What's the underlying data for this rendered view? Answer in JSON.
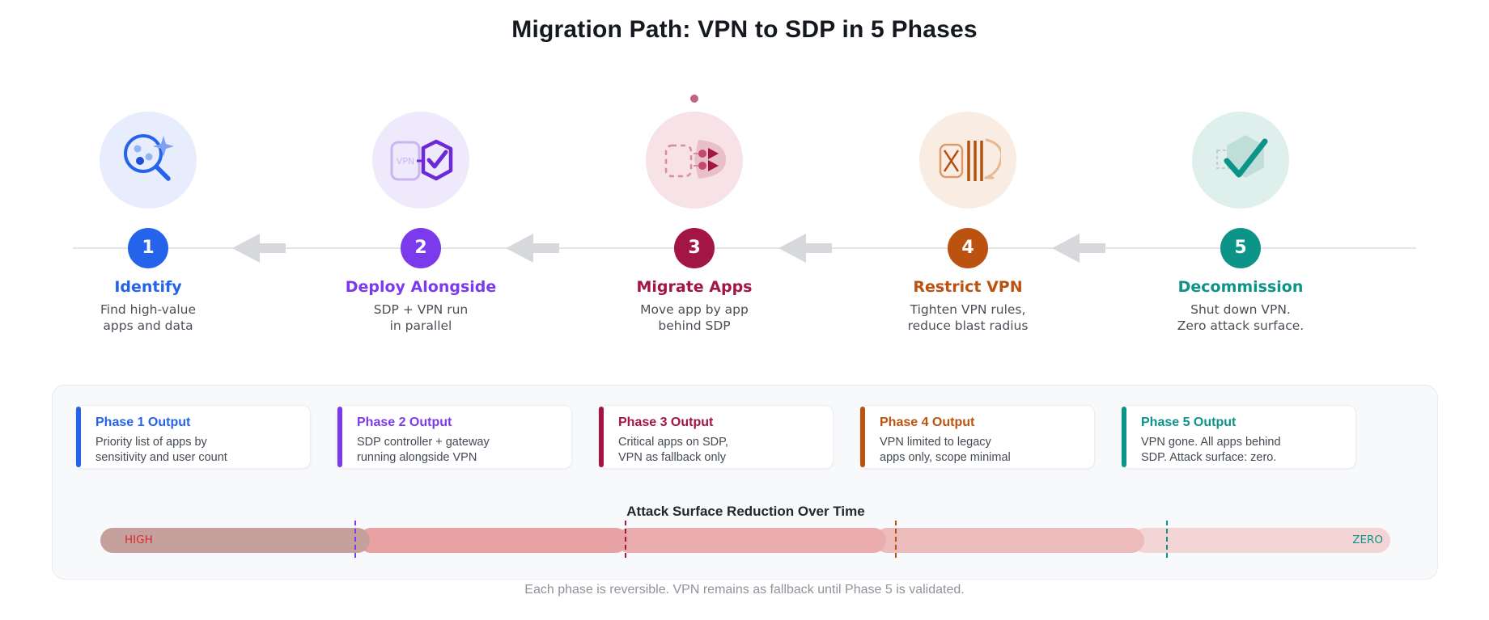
{
  "title": "Migration Path: VPN to SDP in 5 Phases",
  "phases": [
    {
      "num": "1",
      "name": "Identify",
      "desc": [
        "Find high-value",
        "apps and data"
      ],
      "accent": "#2563eb",
      "icon_bg": "#e7edfc",
      "icon": "magnifier-discovery-icon"
    },
    {
      "num": "2",
      "name": "Deploy Alongside",
      "desc": [
        "SDP + VPN run",
        "in parallel"
      ],
      "accent": "#7c3aed",
      "icon_bg": "#efeafb",
      "icon": "vpn-plus-shield-check-icon",
      "icon_label": "VPN"
    },
    {
      "num": "3",
      "name": "Migrate Apps",
      "desc": [
        "Move app by app",
        "behind SDP"
      ],
      "accent": "#a31545",
      "icon_bg": "#f6e2e7",
      "icon": "migrate-arrows-icon"
    },
    {
      "num": "4",
      "name": "Restrict VPN",
      "desc": [
        "Tighten VPN rules,",
        "reduce blast radius"
      ],
      "accent": "#bc5210",
      "icon_bg": "#f9ede3",
      "icon": "restrict-funnel-icon"
    },
    {
      "num": "5",
      "name": "Decommission",
      "desc": [
        "Shut down VPN.",
        "Zero attack surface."
      ],
      "accent": "#0d9488",
      "icon_bg": "#dff0ec",
      "icon": "decommission-check-icon"
    }
  ],
  "cards": [
    {
      "title": "Phase 1 Output",
      "desc": [
        "Priority list of apps by",
        "sensitivity and user count"
      ],
      "accent": "#2563eb"
    },
    {
      "title": "Phase 2 Output",
      "desc": [
        "SDP controller + gateway",
        "running alongside VPN"
      ],
      "accent": "#7c3aed"
    },
    {
      "title": "Phase 3 Output",
      "desc": [
        "Critical apps on SDP,",
        "VPN as fallback only"
      ],
      "accent": "#a31545"
    },
    {
      "title": "Phase 4 Output",
      "desc": [
        "VPN limited to legacy",
        "apps only, scope minimal"
      ],
      "accent": "#bc5210"
    },
    {
      "title": "Phase 5 Output",
      "desc": [
        "VPN gone. All apps behind",
        "SDP. Attack surface: zero."
      ],
      "accent": "#0d9488"
    }
  ],
  "bar": {
    "title": "Attack Surface Reduction Over Time",
    "left_label": "HIGH",
    "right_label": "ZERO",
    "left_label_color": "#d92c2c",
    "right_label_color": "#0d9488",
    "segments": [
      "#c5a09c",
      "#e9a2a3",
      "#ebacad",
      "#ecbcbd",
      "#f3d5d6"
    ],
    "markers": [
      {
        "color": "#7c3aed"
      },
      {
        "color": "#a31545"
      },
      {
        "color": "#bc5210"
      },
      {
        "color": "#0d9488"
      }
    ]
  },
  "footer": "Each phase is reversible. VPN remains as fallback until Phase 5 is validated."
}
